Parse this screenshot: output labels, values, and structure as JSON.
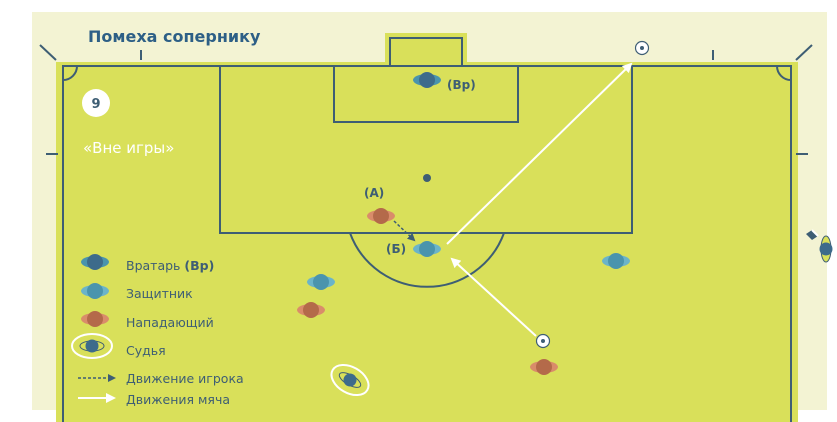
{
  "title": "Помеха сопернику",
  "badge_number": "9",
  "subtitle": "«Вне игры»",
  "labels": {
    "goalkeeper_tag": "(Вр)",
    "attacker_tag": "(А)",
    "defender_tag": "(Б)"
  },
  "legend": [
    {
      "id": "goalkeeper",
      "text": "Вратарь",
      "bold_suffix": "(Вр)"
    },
    {
      "id": "defender",
      "text": "Защитник"
    },
    {
      "id": "attacker",
      "text": "Нападающий"
    },
    {
      "id": "referee",
      "text": "Судья"
    },
    {
      "id": "player-move",
      "text": "Движение игрока"
    },
    {
      "id": "ball-move",
      "text": "Движения мяча"
    }
  ],
  "colors": {
    "background": "#f3f3d3",
    "pitch": "#d9e05a",
    "line": "#3e5e74",
    "title": "#2d5f86",
    "goalkeeper": "#3d6b8b",
    "defender": "#4a94ad",
    "attacker": "#b46a4a",
    "white": "#ffffff"
  }
}
